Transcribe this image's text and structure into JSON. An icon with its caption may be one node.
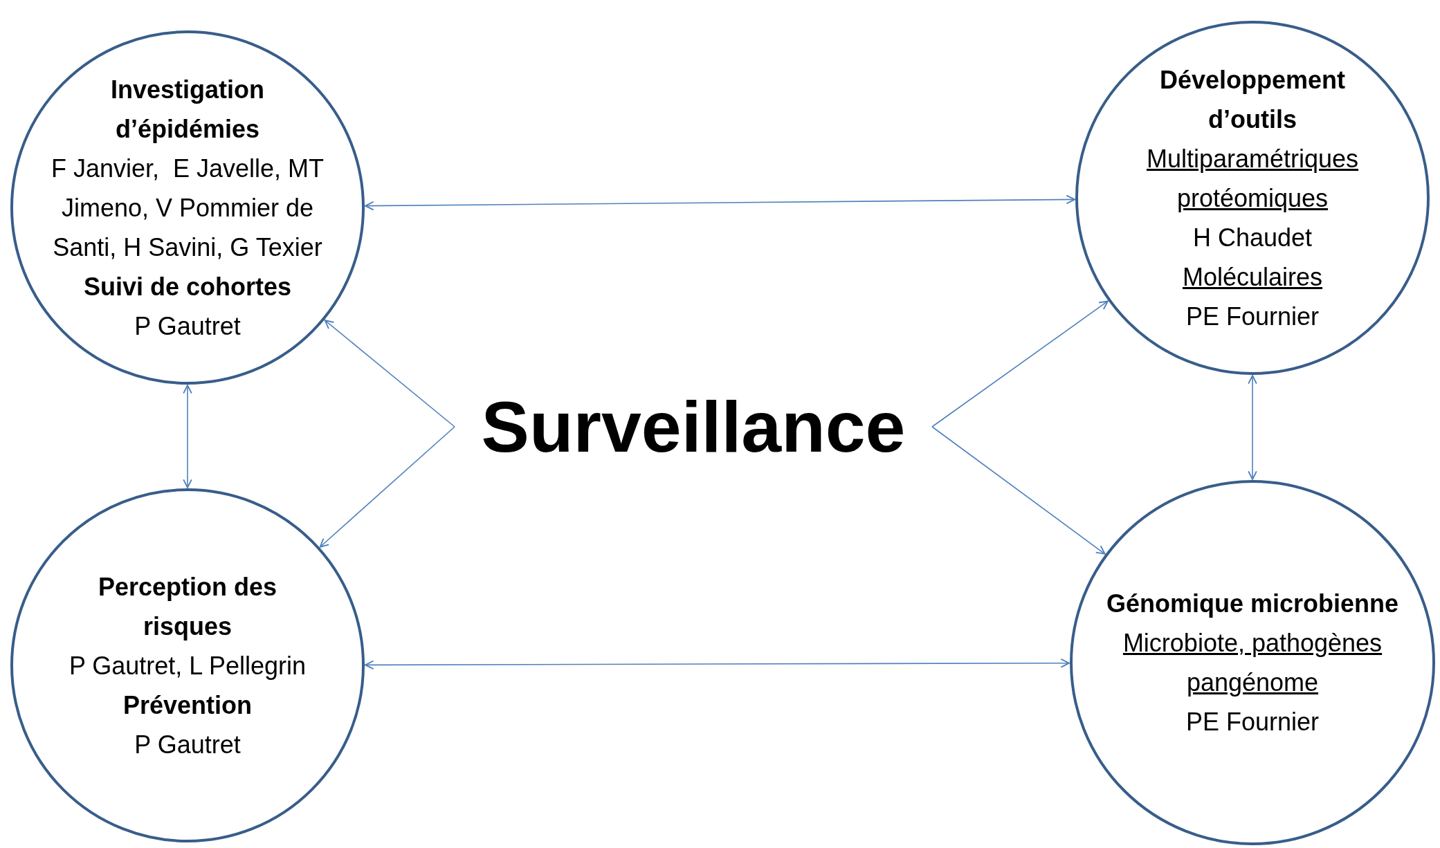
{
  "diagram": {
    "nodes": [
      {
        "text": [
          "Investigation d’épidémies",
          "F Janvier,  E Javelle, MT Jimeno, V Pommier de Santi, H Savini, G Texier",
          "Suivi de cohortes",
          "P Gautret"
        ]
      },
      {
        "text": [
          "Développement d’outils",
          "Multiparamétriques protéomiques",
          "H Chaudet",
          "Moléculaires",
          "PE Fournier"
        ]
      },
      {
        "text": [
          "Surveillance"
        ]
      },
      {
        "text": [
          "Perception des risques",
          "P Gautret, L Pellegrin",
          "Prévention",
          "P Gautret"
        ]
      },
      {
        "text": [
          "Génomique microbienne",
          "Microbiote, pathogènes pangénome",
          "PE Fournier"
        ]
      }
    ],
    "edges": [
      {
        "from": 0,
        "to": 1,
        "arrow": "both"
      },
      {
        "from": 0,
        "to": 3,
        "arrow": "both"
      },
      {
        "from": 1,
        "to": 4,
        "arrow": "both"
      },
      {
        "from": 3,
        "to": 4,
        "arrow": "both"
      },
      {
        "from": 2,
        "to": 0,
        "arrow": "to"
      },
      {
        "from": 2,
        "to": 3,
        "arrow": "to"
      },
      {
        "from": 2,
        "to": 1,
        "arrow": "to"
      },
      {
        "from": 2,
        "to": 4,
        "arrow": "to"
      }
    ]
  }
}
